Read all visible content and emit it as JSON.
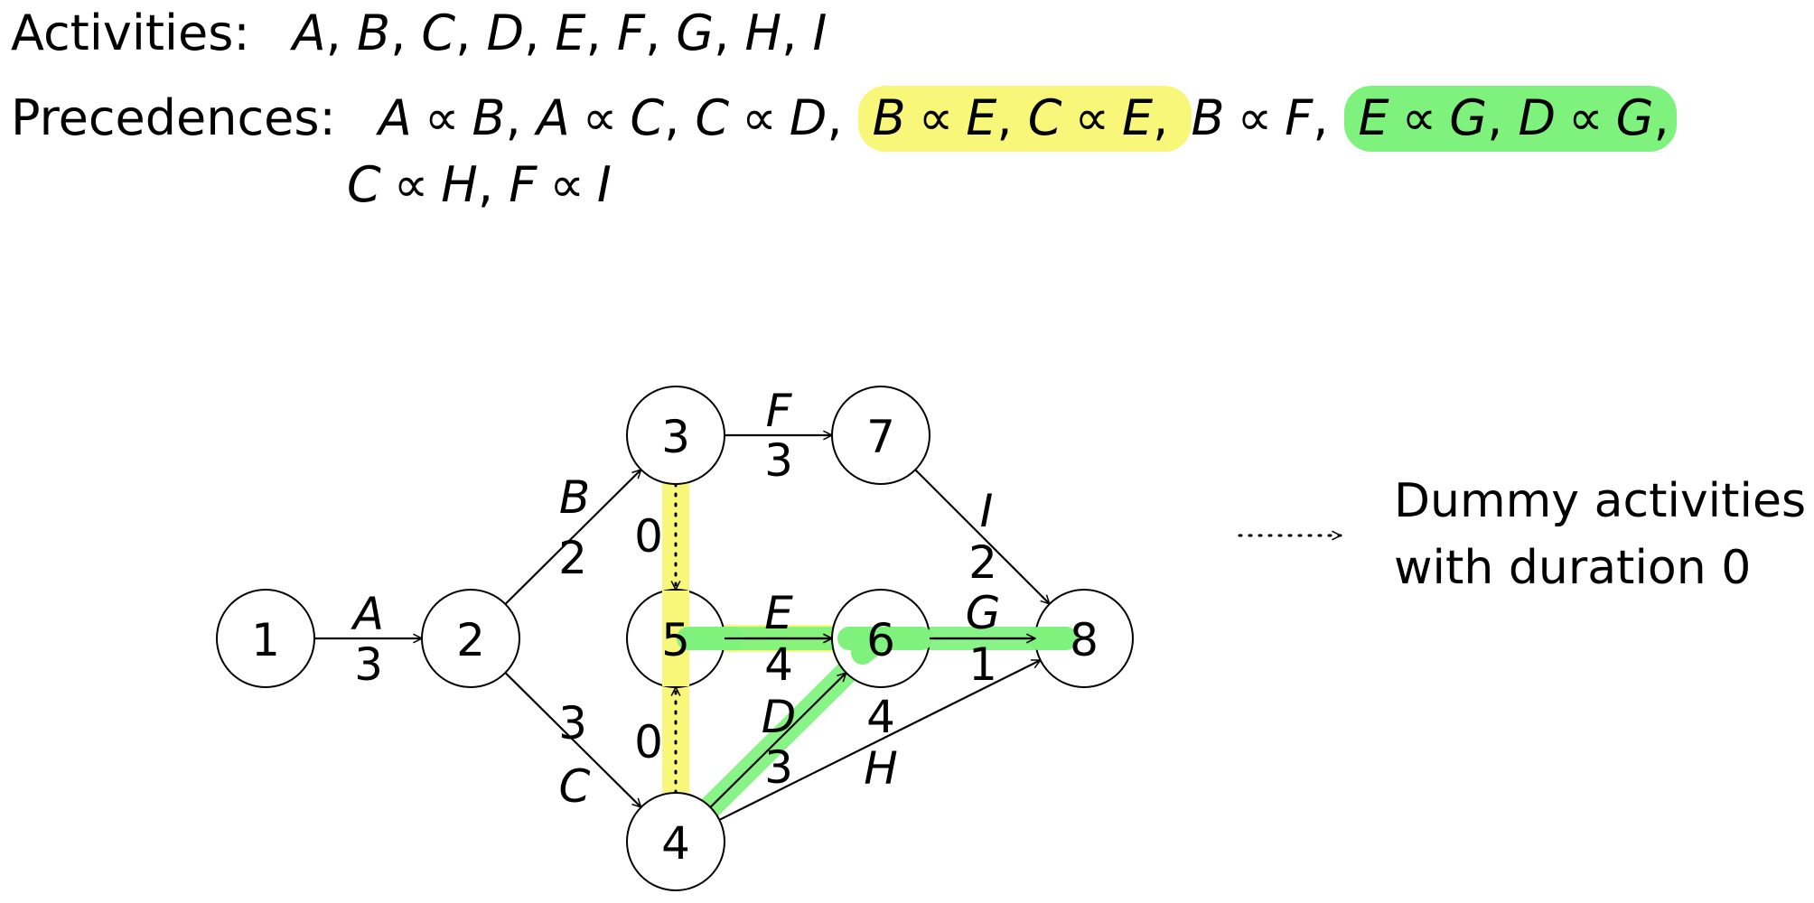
{
  "activities": {
    "label": "Activities:",
    "items": [
      "A",
      "B",
      "C",
      "D",
      "E",
      "F",
      "G",
      "H",
      "I"
    ]
  },
  "precedences": {
    "label": "Precedences:",
    "op": "∝",
    "line1": [
      {
        "a": "A",
        "b": "B",
        "hl": ""
      },
      {
        "a": "A",
        "b": "C",
        "hl": ""
      },
      {
        "a": "C",
        "b": "D",
        "hl": ""
      },
      {
        "a": "B",
        "b": "E",
        "hl": "yellow"
      },
      {
        "a": "C",
        "b": "E",
        "hl": "yellow"
      },
      {
        "a": "B",
        "b": "F",
        "hl": ""
      },
      {
        "a": "E",
        "b": "G",
        "hl": "green"
      },
      {
        "a": "D",
        "b": "G",
        "hl": "green"
      }
    ],
    "line2": [
      {
        "a": "C",
        "b": "H",
        "hl": ""
      },
      {
        "a": "F",
        "b": "I",
        "hl": ""
      }
    ]
  },
  "highlight_colors": {
    "yellow": "#f8f77a",
    "green": "#7ef27c"
  },
  "nodes": [
    {
      "id": "1",
      "label": "1"
    },
    {
      "id": "2",
      "label": "2"
    },
    {
      "id": "3",
      "label": "3"
    },
    {
      "id": "4",
      "label": "4"
    },
    {
      "id": "5",
      "label": "5"
    },
    {
      "id": "6",
      "label": "6"
    },
    {
      "id": "7",
      "label": "7"
    },
    {
      "id": "8",
      "label": "8"
    }
  ],
  "edges": [
    {
      "from": "1",
      "to": "2",
      "activity": "A",
      "duration": "3",
      "dummy": false
    },
    {
      "from": "2",
      "to": "3",
      "activity": "B",
      "duration": "2",
      "dummy": false
    },
    {
      "from": "2",
      "to": "4",
      "activity": "C",
      "duration": "3",
      "dummy": false
    },
    {
      "from": "3",
      "to": "7",
      "activity": "F",
      "duration": "3",
      "dummy": false
    },
    {
      "from": "3",
      "to": "5",
      "activity": "",
      "duration": "0",
      "dummy": true
    },
    {
      "from": "4",
      "to": "5",
      "activity": "",
      "duration": "0",
      "dummy": true
    },
    {
      "from": "5",
      "to": "6",
      "activity": "E",
      "duration": "4",
      "dummy": false
    },
    {
      "from": "4",
      "to": "6",
      "activity": "D",
      "duration": "3",
      "dummy": false
    },
    {
      "from": "4",
      "to": "8",
      "activity": "H",
      "duration": "4",
      "dummy": false
    },
    {
      "from": "6",
      "to": "8",
      "activity": "G",
      "duration": "1",
      "dummy": false
    },
    {
      "from": "7",
      "to": "8",
      "activity": "I",
      "duration": "2",
      "dummy": false
    }
  ],
  "highlights": [
    {
      "color": "yellow",
      "path": [
        "3",
        "5"
      ]
    },
    {
      "color": "yellow",
      "path": [
        "4",
        "5"
      ]
    },
    {
      "color": "yellow",
      "path": [
        "5",
        "6"
      ]
    },
    {
      "color": "green",
      "path": [
        "5",
        "6",
        "8"
      ]
    },
    {
      "color": "green",
      "path": [
        "4",
        "6"
      ]
    }
  ],
  "legend": {
    "line1": "Dummy  activities",
    "line2": "with duration 0"
  }
}
